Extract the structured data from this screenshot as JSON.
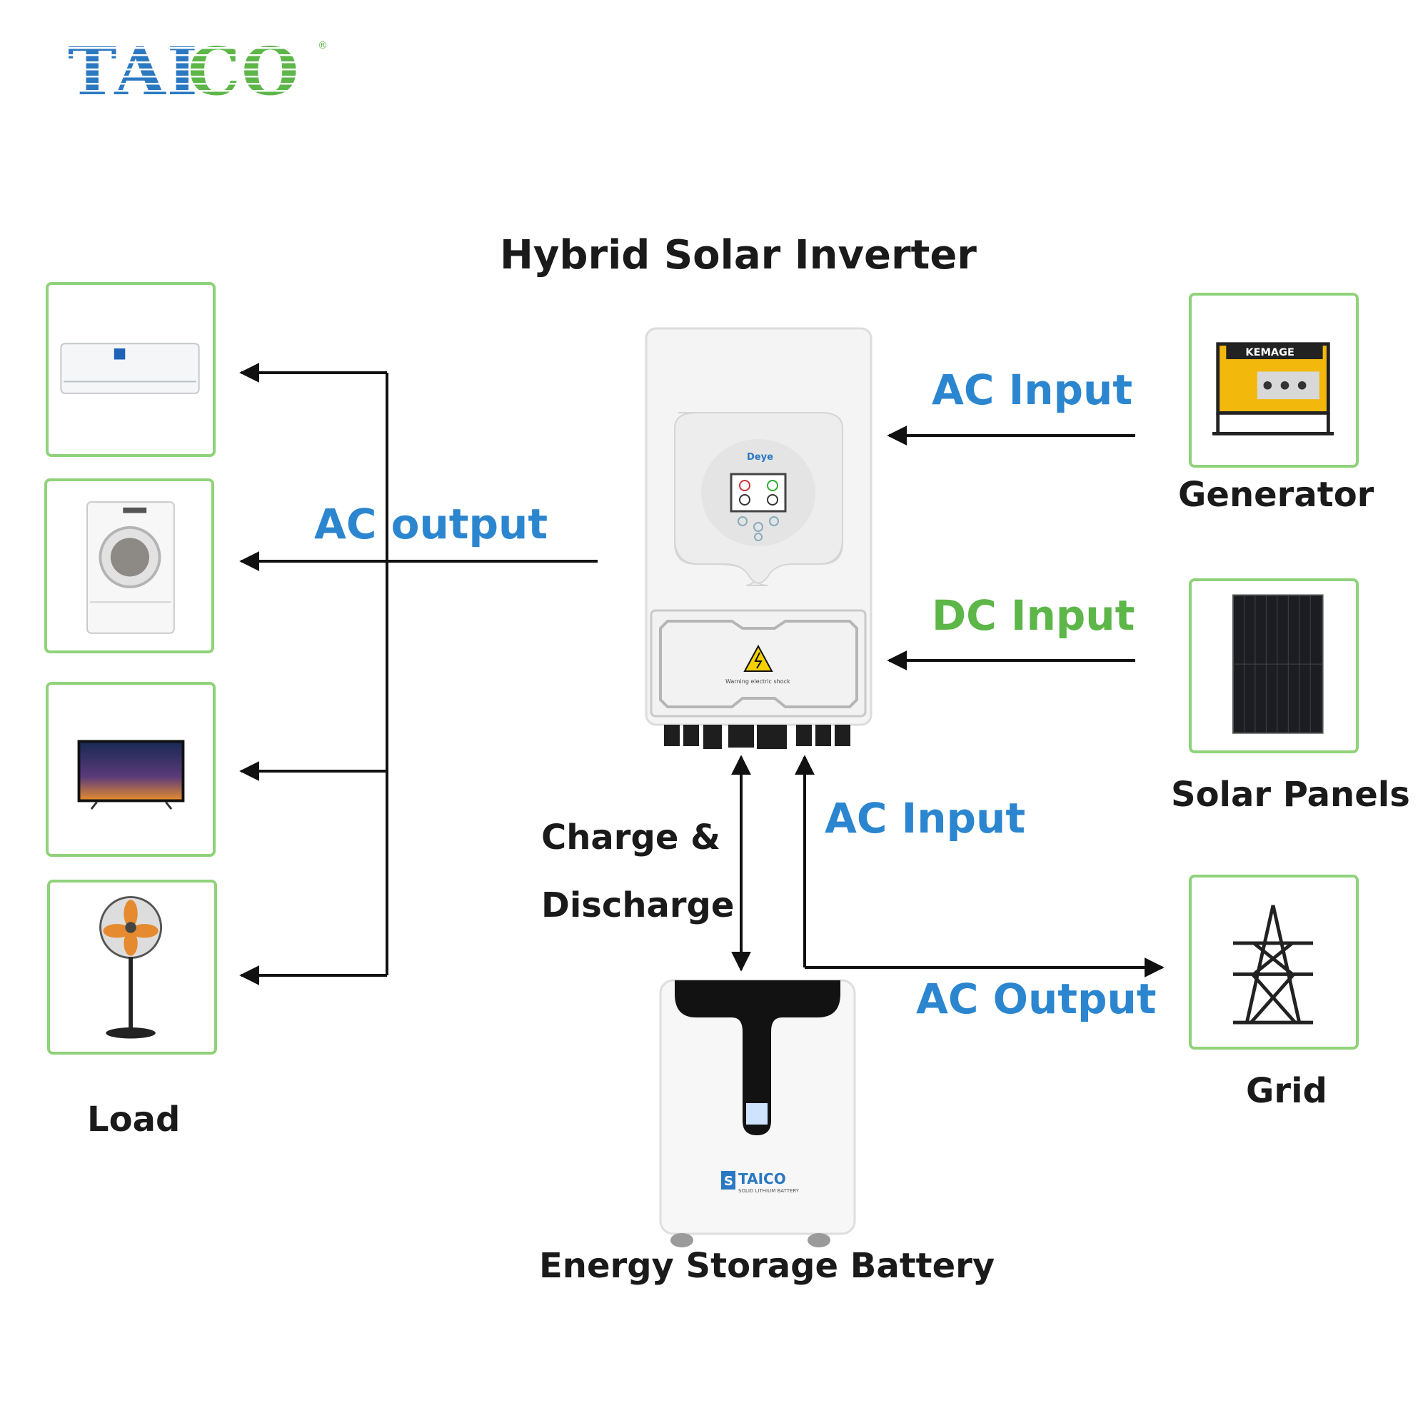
{
  "brand": {
    "logo_text": "TAICO",
    "registered": "®"
  },
  "title": "Hybrid Solar Inverter",
  "inverter": {
    "brand": "Deye",
    "warning_text": "Warning electric shock"
  },
  "labels": {
    "ac_input_generator": "AC Input",
    "dc_input": "DC Input",
    "ac_output_load": "AC output",
    "charge_discharge_line1": "Charge &",
    "charge_discharge_line2": "Discharge",
    "ac_input_grid": "AC Input",
    "ac_output_grid": "AC Output"
  },
  "load": {
    "caption": "Load",
    "devices": [
      "air-conditioner",
      "washing-machine",
      "television",
      "standing-fan"
    ]
  },
  "sources": {
    "generator": {
      "caption": "Generator",
      "brand_text": "KEMAGE"
    },
    "solar_panels": {
      "caption": "Solar Panels"
    },
    "grid": {
      "caption": "Grid"
    }
  },
  "battery": {
    "caption": "Energy Storage Battery",
    "brand_text": "TAICO",
    "sub_text": "SOLID LITHIUM BATTERY"
  },
  "colors": {
    "blue": "#2b86cf",
    "green": "#5cb648",
    "card_border": "#8fd27a",
    "text": "#1a1a1a"
  }
}
